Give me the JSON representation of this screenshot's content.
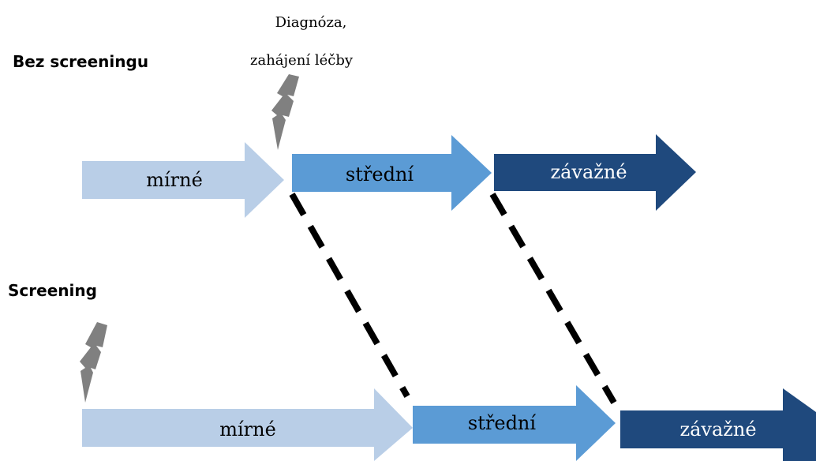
{
  "rows": {
    "without": {
      "heading": "Bez screeningu",
      "note_line1": "Diagnóza,",
      "note_line2": "zahájení léčby",
      "stages": [
        "mírné",
        "střední",
        "závažné"
      ]
    },
    "with": {
      "heading": "Screening",
      "stages": [
        "mírné",
        "střední",
        "závažné"
      ]
    }
  },
  "colors": {
    "mild": "#B9CEE7",
    "moderate": "#5B9BD5",
    "severe": "#1F497D",
    "lightning": "#808080",
    "dashes": "#000000",
    "label_dark": "#000000",
    "label_light": "#FFFFFF"
  },
  "icons": [
    "lightning-bolt-icon",
    "lightning-bolt-icon"
  ]
}
